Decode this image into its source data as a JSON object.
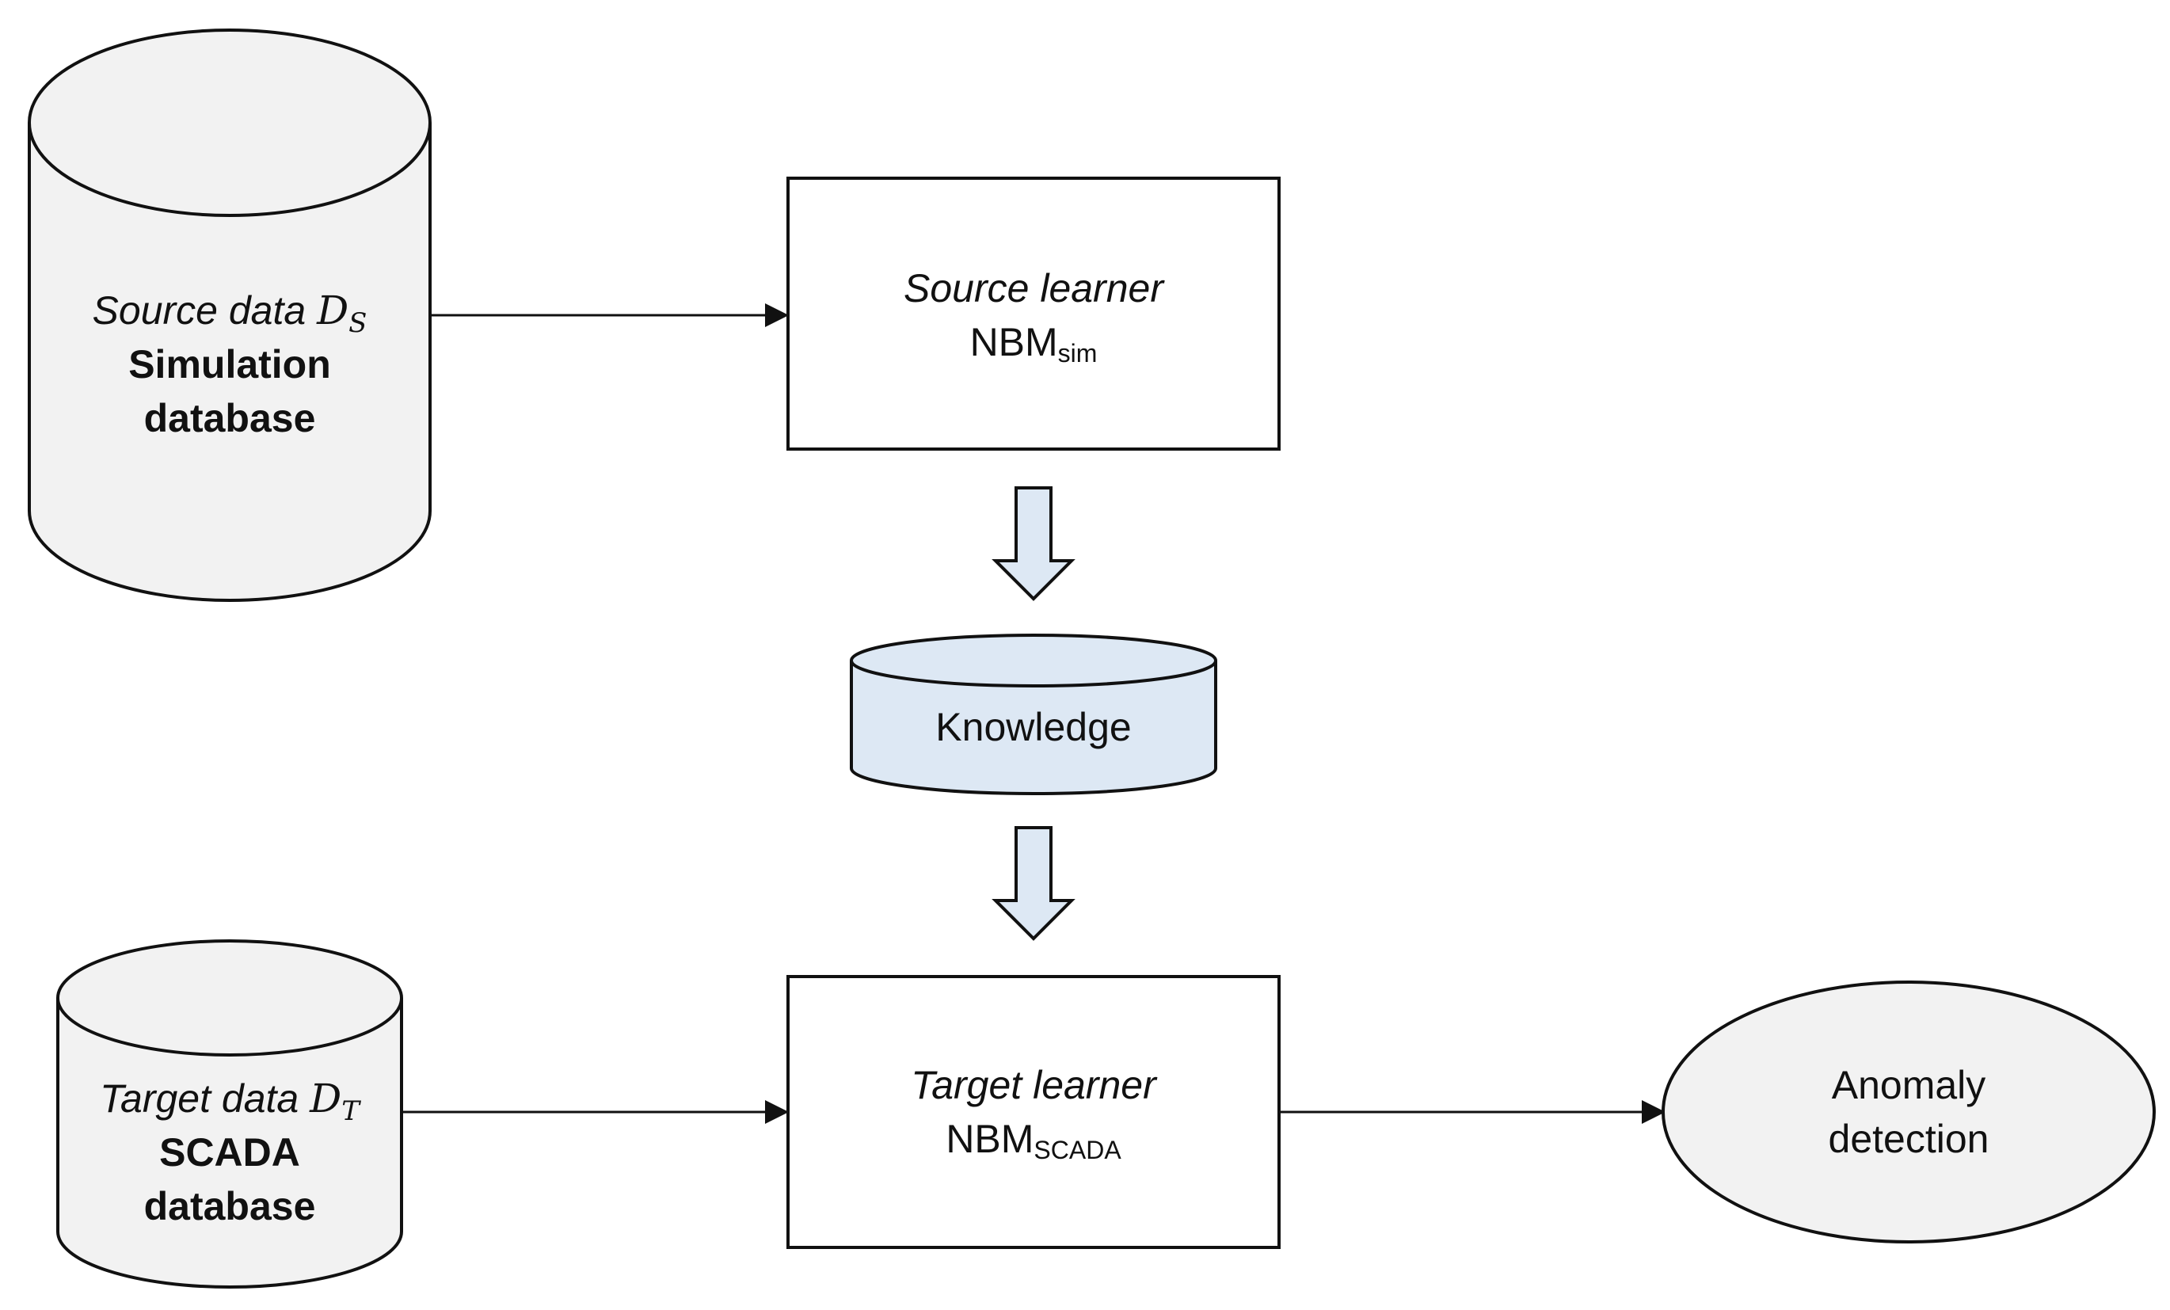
{
  "nodes": {
    "source_data": {
      "label": "Source data",
      "symbol": "D",
      "symbol_sub": "S",
      "title_line1": "Simulation",
      "title_line2": "database"
    },
    "source_learner": {
      "label": "Source learner",
      "model": "NBM",
      "model_sub": "sim"
    },
    "knowledge": {
      "label": "Knowledge"
    },
    "target_data": {
      "label": "Target data",
      "symbol": "D",
      "symbol_sub": "T",
      "title_line1": "SCADA",
      "title_line2": "database"
    },
    "target_learner": {
      "label": "Target learner",
      "model": "NBM",
      "model_sub": "SCADA"
    },
    "anomaly_detection": {
      "label_line1": "Anomaly",
      "label_line2": "detection"
    }
  },
  "edges": [
    {
      "from": "source_data",
      "to": "source_learner",
      "style": "line-arrow"
    },
    {
      "from": "source_learner",
      "to": "knowledge",
      "style": "block-arrow"
    },
    {
      "from": "knowledge",
      "to": "target_learner",
      "style": "block-arrow"
    },
    {
      "from": "target_data",
      "to": "target_learner",
      "style": "line-arrow"
    },
    {
      "from": "target_learner",
      "to": "anomaly_detection",
      "style": "line-arrow"
    }
  ],
  "colors": {
    "database_fill": "#f2f2f2",
    "knowledge_fill": "#dde8f4",
    "block_arrow_fill": "#dde8f4",
    "stroke": "#111111"
  }
}
